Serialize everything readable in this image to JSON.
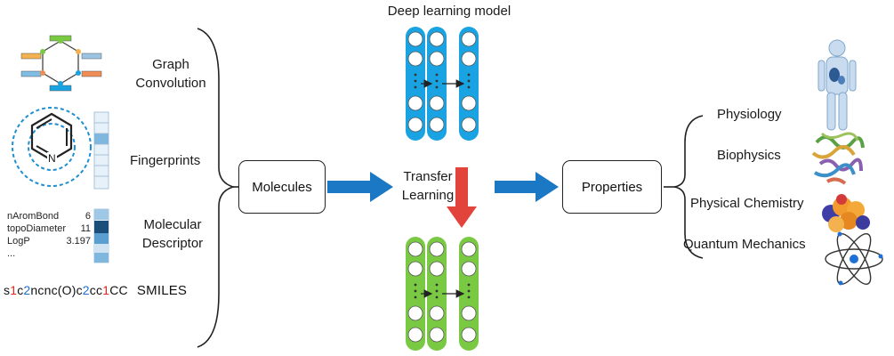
{
  "title": "Deep learning model",
  "inputs": {
    "graph": "Graph\nConvolution",
    "fingerprints": "Fingerprints",
    "descriptor": "Molecular\nDescriptor",
    "smiles_label": "SMILES"
  },
  "descriptor_table": [
    {
      "name": "nAromBond",
      "value": "6"
    },
    {
      "name": "topoDiameter",
      "value": "11"
    },
    {
      "name": "LogP",
      "value": "3.197"
    },
    {
      "name": "...",
      "value": ""
    }
  ],
  "smiles_tokens": [
    {
      "t": "s",
      "c": "#111111"
    },
    {
      "t": "1",
      "c": "#e0281f"
    },
    {
      "t": "c",
      "c": "#111111"
    },
    {
      "t": "2",
      "c": "#1e6fd6"
    },
    {
      "t": "ncnc(O)c",
      "c": "#111111"
    },
    {
      "t": "2",
      "c": "#1e6fd6"
    },
    {
      "t": "cc",
      "c": "#111111"
    },
    {
      "t": "1",
      "c": "#e0281f"
    },
    {
      "t": "CC",
      "c": "#111111"
    }
  ],
  "molecule_atom": "N",
  "center": {
    "molecules": "Molecules",
    "transfer": "Transfer\nLearning",
    "properties": "Properties"
  },
  "outputs": [
    "Physiology",
    "Biophysics",
    "Physical Chemistry",
    "Quantum Mechanics"
  ],
  "colors": {
    "blue_net": "#1aa3e2",
    "green_net": "#7ac943",
    "arrow_blue": "#1b78c4",
    "arrow_red": "#e2433a",
    "fp_dark": "#1b4f7a"
  },
  "icons": [
    "human-body-icon",
    "protein-icon",
    "molecule-spheres-icon",
    "atom-icon"
  ]
}
